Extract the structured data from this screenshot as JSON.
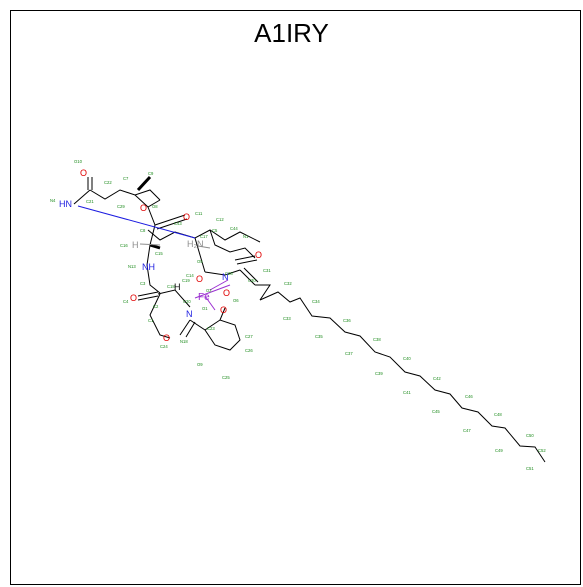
{
  "title": "A1IRY",
  "colors": {
    "bond": "#000000",
    "oxygen": "#e00000",
    "nitrogen": "#1c1ce0",
    "iron": "#9b2fd1",
    "hydrogen": "#8c8c8c",
    "atom_label": "#1a8a1a"
  },
  "atoms": {
    "o": "O",
    "n": "N",
    "nh": "NH",
    "hn": "HN",
    "fe": "Fe",
    "h": "H",
    "h2n": "H₂N"
  },
  "small_labels": [
    "O10",
    "C21",
    "C22",
    "C7",
    "N4",
    "O8",
    "C29",
    "C9",
    "C8",
    "C11",
    "C43",
    "C12",
    "N13",
    "C15",
    "C16",
    "O5",
    "C5",
    "C44",
    "C17",
    "N1",
    "C14",
    "O2",
    "O1",
    "O6",
    "C3",
    "C4",
    "C1",
    "C2",
    "C18",
    "C19",
    "C20",
    "N18",
    "C23",
    "C24",
    "O9",
    "C25",
    "C26",
    "C27",
    "C28",
    "C30",
    "C31",
    "C32",
    "C33",
    "C34",
    "C35",
    "C36",
    "C37",
    "C38",
    "C39",
    "C40",
    "C41",
    "C42",
    "C45",
    "C46",
    "C47",
    "C48",
    "C49",
    "C50",
    "C51",
    "C52"
  ]
}
